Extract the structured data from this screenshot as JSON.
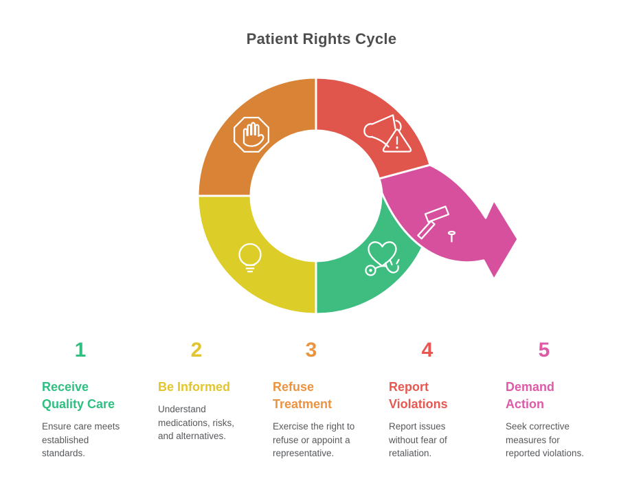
{
  "title": "Patient Rights Cycle",
  "colors": {
    "title": "#4E4E4E",
    "description": "#56585B",
    "background": "#FFFFFF",
    "icon_stroke": "#FFFFFF"
  },
  "steps": [
    {
      "number": "1",
      "title": "Receive Quality Care",
      "description": "Ensure care meets established standards.",
      "label_color": "#2FBF80",
      "segment_color": "#3DBE80",
      "icon": "heart-stethoscope-icon"
    },
    {
      "number": "2",
      "title": "Be Informed",
      "description": "Understand medications, risks, and alternatives.",
      "label_color": "#E2C52C",
      "segment_color": "#DCCD28",
      "icon": "lightbulb-icon"
    },
    {
      "number": "3",
      "title": "Refuse Treatment",
      "description": "Exercise the right to refuse or appoint a representative.",
      "label_color": "#EC9340",
      "segment_color": "#D98336",
      "icon": "stop-hand-icon"
    },
    {
      "number": "4",
      "title": "Report Violations",
      "description": "Report issues without fear of retaliation.",
      "label_color": "#E65851",
      "segment_color": "#E0554C",
      "icon": "megaphone-warning-icon"
    },
    {
      "number": "5",
      "title": "Demand Action",
      "description": "Seek corrective measures for reported violations.",
      "label_color": "#DF5AA6",
      "segment_color": "#D6509E",
      "icon": "hammer-nail-icon"
    }
  ]
}
